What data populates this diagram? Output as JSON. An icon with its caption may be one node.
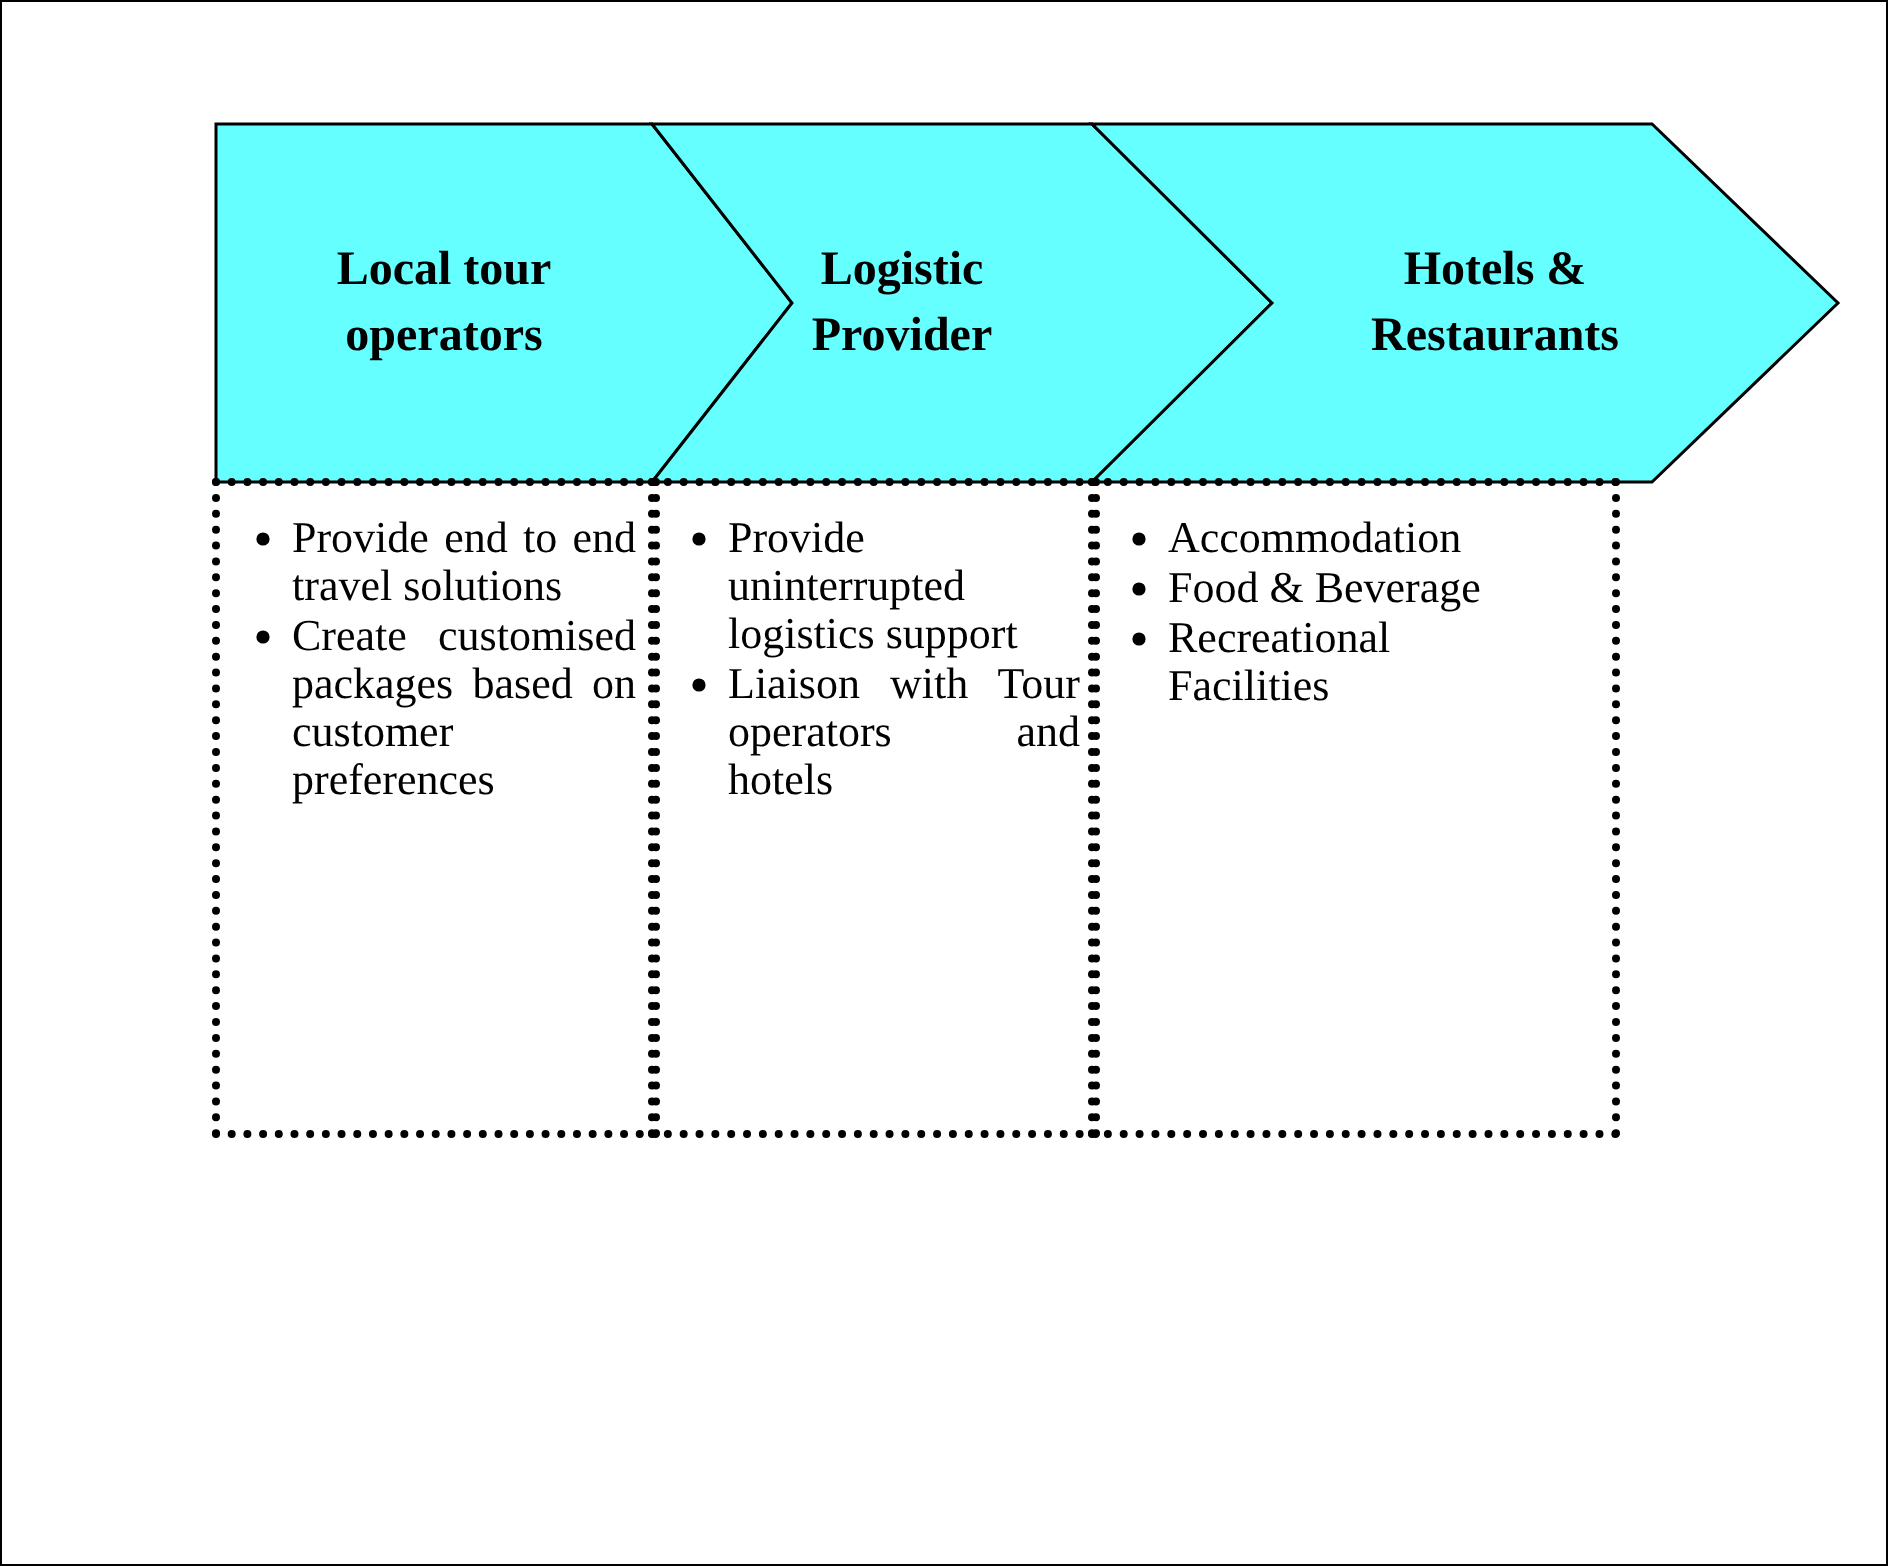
{
  "diagram": {
    "nodes": [
      {
        "text": [
          "Local tour operators"
        ]
      },
      {
        "text": [
          "Logistic Provider"
        ]
      },
      {
        "text": [
          "Hotels & Restaurants"
        ]
      },
      {
        "text": [
          "Provide end to end travel solutions",
          "Create customised packages based on customer preferences"
        ]
      },
      {
        "text": [
          "Provide uninterrupted logistics support",
          "Liaison with Tour operators and hotels"
        ]
      },
      {
        "text": [
          "Accommodation",
          "Food & Beverage",
          "Recreational Facilities"
        ]
      }
    ]
  }
}
